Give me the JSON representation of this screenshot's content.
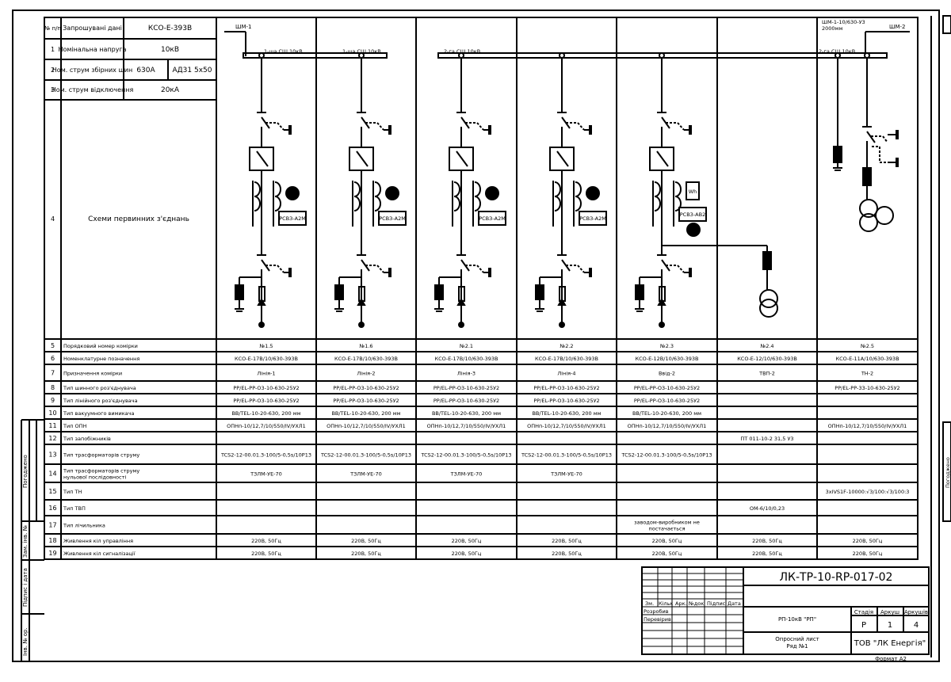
{
  "header": {
    "no_label": "№ п/п",
    "requested_data_label": "Запрошувані дані",
    "cabinet_type": "КСО-Е-393В",
    "rows": [
      {
        "num": "1",
        "label": "Номінальна напруга",
        "value": "10кВ"
      },
      {
        "num": "2",
        "label": "Ном. струм збірних шин",
        "value_a": "630А",
        "value_b": "АД31 5х50"
      },
      {
        "num": "3",
        "label": "Ном. струм відключення",
        "value": "20кА"
      }
    ],
    "schemes_num": "4",
    "schemes_label": "Схеми первинних з'єднань"
  },
  "diagram": {
    "feeder_tag_left": "ШМ-1",
    "feeder_tag_right_line1": "ШМ-1-10/630-У3",
    "feeder_tag_right_line2": "2000мм",
    "feeder_tag_right": "ШМ-2",
    "busbar_labels": [
      "1-ша СШ 10кВ",
      "1-ша СШ 10кВ",
      "2-га СШ 10кВ",
      "2-га СШ 10кВ"
    ],
    "relay_label": "РСВЗ-А2М",
    "relay_label_input": "РСВЗ-АВ2",
    "meter_label": "Wh"
  },
  "table": {
    "rows": [
      {
        "num": "5",
        "label": "Порядковий номер комірки",
        "cells": [
          "№1.5",
          "№1.6",
          "№2.1",
          "№2.2",
          "№2.3",
          "№2.4",
          "№2.5"
        ]
      },
      {
        "num": "6",
        "label": "Номенклатурне позначення",
        "cells": [
          "КСО-Е-17В/10/630-393В",
          "КСО-Е-17В/10/630-393В",
          "КСО-Е-17В/10/630-393В",
          "КСО-Е-17В/10/630-393В",
          "КСО-Е-12В/10/630-393В",
          "КСО-Е-12/10/630-393В",
          "КСО-Е-11А/10/630-393В"
        ]
      },
      {
        "num": "7",
        "label": "Призначення комірки",
        "cells": [
          "Лінія-1",
          "Лінія-2",
          "Лінія-3",
          "Лінія-4",
          "Ввід-2",
          "ТВП-2",
          "ТН-2"
        ]
      },
      {
        "num": "8",
        "label": "Тип шинного роз'єднувача",
        "cells": [
          "РР/EL-PP-О3-10-630-25У2",
          "РР/EL-PP-О3-10-630-25У2",
          "РР/EL-PP-О3-10-630-25У2",
          "РР/EL-PP-О3-10-630-25У2",
          "РР/EL-PP-О3-10-630-25У2",
          "",
          "РР/EL-PP-33-10-630-25У2"
        ]
      },
      {
        "num": "9",
        "label": "Тип лінійного роз'єднувача",
        "cells": [
          "РР/EL-PP-О3-10-630-25У2",
          "РР/EL-PP-О3-10-630-25У2",
          "РР/EL-PP-О3-10-630-25У2",
          "РР/EL-PP-О3-10-630-25У2",
          "РР/EL-PP-О3-10-630-25У2",
          "",
          ""
        ]
      },
      {
        "num": "10",
        "label": "Тип вакуумного вимикача",
        "cells": [
          "ВВ/TEL-10-20-630, 200 мм",
          "ВВ/TEL-10-20-630, 200 мм",
          "ВВ/TEL-10-20-630, 200 мм",
          "ВВ/TEL-10-20-630, 200 мм",
          "ВВ/TEL-10-20-630, 200 мм",
          "",
          ""
        ]
      },
      {
        "num": "11",
        "label": "Тип ОПН",
        "cells": [
          "ОПНп-10/12,7/10/550/IV/УХЛ1",
          "ОПНп-10/12,7/10/550/IV/УХЛ1",
          "ОПНп-10/12,7/10/550/IV/УХЛ1",
          "ОПНп-10/12,7/10/550/IV/УХЛ1",
          "ОПНп-10/12,7/10/550/IV/УХЛ1",
          "",
          "ОПНп-10/12,7/10/550/IV/УХЛ1"
        ]
      },
      {
        "num": "12",
        "label": "Тип запобіжників",
        "cells": [
          "",
          "",
          "",
          "",
          "",
          "ПТ 011-10-2 31,5 У3",
          ""
        ]
      },
      {
        "num": "13",
        "label": "Тип трасформаторів струму",
        "cells": [
          "TCS2-12-00.01.3-100/5-0,5s/10P13",
          "TCS2-12-00.01.3-100/5-0,5s/10P13",
          "TCS2-12-00.01.3-100/5-0,5s/10P13",
          "TCS2-12-00.01.3-100/5-0,5s/10P13",
          "TCS2-12-00.01.3-100/5-0,5s/10P13",
          "",
          ""
        ]
      },
      {
        "num": "14",
        "label": "Тип трасформаторів струму нульової послідовності",
        "cells": [
          "ТЗЛМ-УЕ-70",
          "ТЗЛМ-УЕ-70",
          "ТЗЛМ-УЕ-70",
          "ТЗЛМ-УЕ-70",
          "",
          "",
          ""
        ]
      },
      {
        "num": "15",
        "label": "Тип ТН",
        "cells": [
          "",
          "",
          "",
          "",
          "",
          "",
          "3хIVS1F-10000:√3/100:√3/100:3"
        ]
      },
      {
        "num": "16",
        "label": "Тип ТВП",
        "cells": [
          "",
          "",
          "",
          "",
          "",
          "ОМ-6/10/0,23",
          ""
        ]
      },
      {
        "num": "17",
        "label": "Тип лічильника",
        "cells": [
          "",
          "",
          "",
          "",
          "заводом-виробником не постачається",
          "",
          ""
        ]
      },
      {
        "num": "18",
        "label": "Живлення кіл управління",
        "cells": [
          "220В, 50Гц",
          "220В, 50Гц",
          "220В, 50Гц",
          "220В, 50Гц",
          "220В, 50Гц",
          "220В, 50Гц",
          "220В, 50Гц"
        ]
      },
      {
        "num": "19",
        "label": "Живлення кіл сигналізації",
        "cells": [
          "220В, 50Гц",
          "220В, 50Гц",
          "220В, 50Гц",
          "220В, 50Гц",
          "220В, 50Гц",
          "220В, 50Гц",
          "220В, 50Гц"
        ]
      }
    ]
  },
  "side": {
    "agreed": "Погоджено",
    "inv_sub": "Зам. інв. №",
    "sign_date": "Підпис і дата",
    "inv_orig": "Інв. № ор."
  },
  "title_block": {
    "doc_code": "ЛК-ТР-10-RP-017-02",
    "col_headers": [
      "Зм.",
      "Кільк",
      "Арк.",
      "№док",
      "Підпис",
      "Дата"
    ],
    "developed": "Розробив",
    "checked": "Перевірив",
    "object": "РП-10кВ \"РП\"",
    "stage_label": "Стадія",
    "sheet_label": "Аркуш",
    "sheets_label": "Аркушів",
    "stage": "Р",
    "sheet": "1",
    "sheets": "4",
    "sheet_title_1": "Опросний лист",
    "sheet_title_2": "Ряд №1",
    "company": "ТОВ \"ЛК Енергія\"",
    "format": "Формат А2"
  }
}
